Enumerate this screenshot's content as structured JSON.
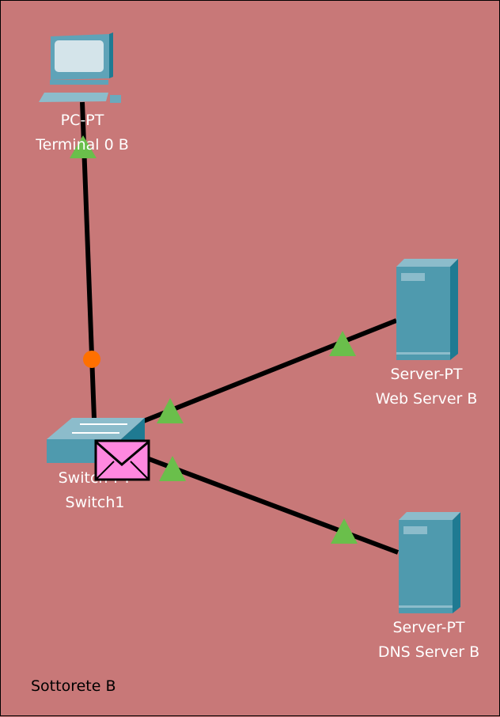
{
  "area_label": "Sottorete B",
  "devices": [
    {
      "model": "PC-PT",
      "name": "Terminal 0 B",
      "icon": "pc-icon"
    },
    {
      "model": "Switch-PT",
      "name": "Switch1",
      "icon": "switch-icon"
    },
    {
      "model": "Server-PT",
      "name": "Web Server B",
      "icon": "server-icon"
    },
    {
      "model": "Server-PT",
      "name": "DNS Server B",
      "icon": "server-icon"
    }
  ],
  "colors": {
    "background": "#c87878",
    "link_up": "#6abf4b",
    "link_pending": "#ff7000",
    "pdu": "#ff88e0",
    "device": "#4f9aae"
  }
}
